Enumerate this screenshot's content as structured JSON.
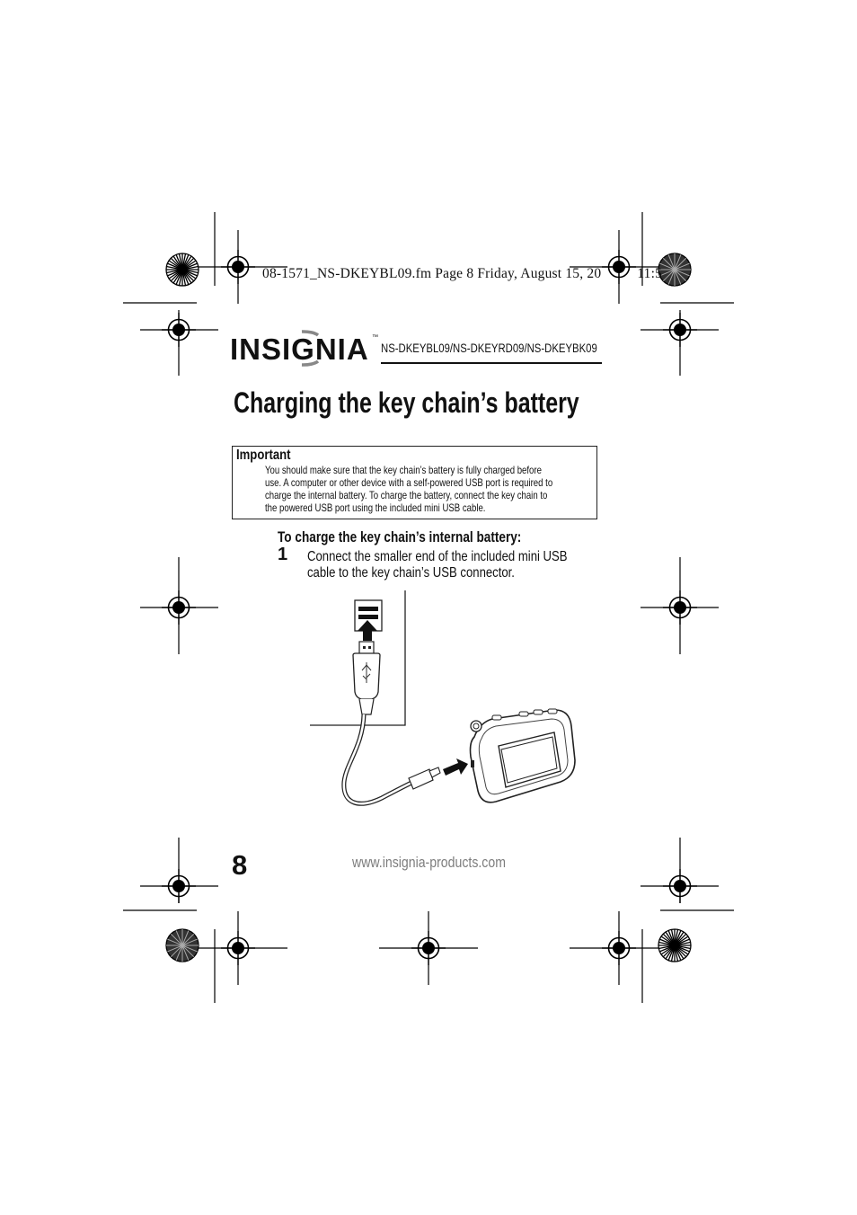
{
  "print_slug": "08-1571_NS-DKEYBL09.fm  Page 8  Friday, August 15, 20",
  "print_slug_time": "11:5",
  "brand": {
    "logo_text": "INSIGNIA",
    "trademark": "™"
  },
  "header": {
    "models": "NS-DKEYBL09/NS-DKEYRD09/NS-DKEYBK09"
  },
  "title": "Charging the key chain’s battery",
  "important": {
    "heading": "Important",
    "lines": [
      "You should make sure that the key chain’s battery is fully charged before",
      "use. A computer or other device with a self-powered USB port is required to",
      "charge the internal battery. To charge the battery, connect the key chain to",
      "the powered USB port using the included mini USB cable."
    ]
  },
  "procedure": {
    "heading": "To charge the key chain’s internal battery:",
    "steps": [
      {
        "number": "1",
        "lines": [
          "Connect the smaller end of the included mini USB",
          "cable to the key chain’s USB connector."
        ]
      }
    ]
  },
  "footer": {
    "page_number": "8",
    "url": "www.insignia-products.com"
  }
}
